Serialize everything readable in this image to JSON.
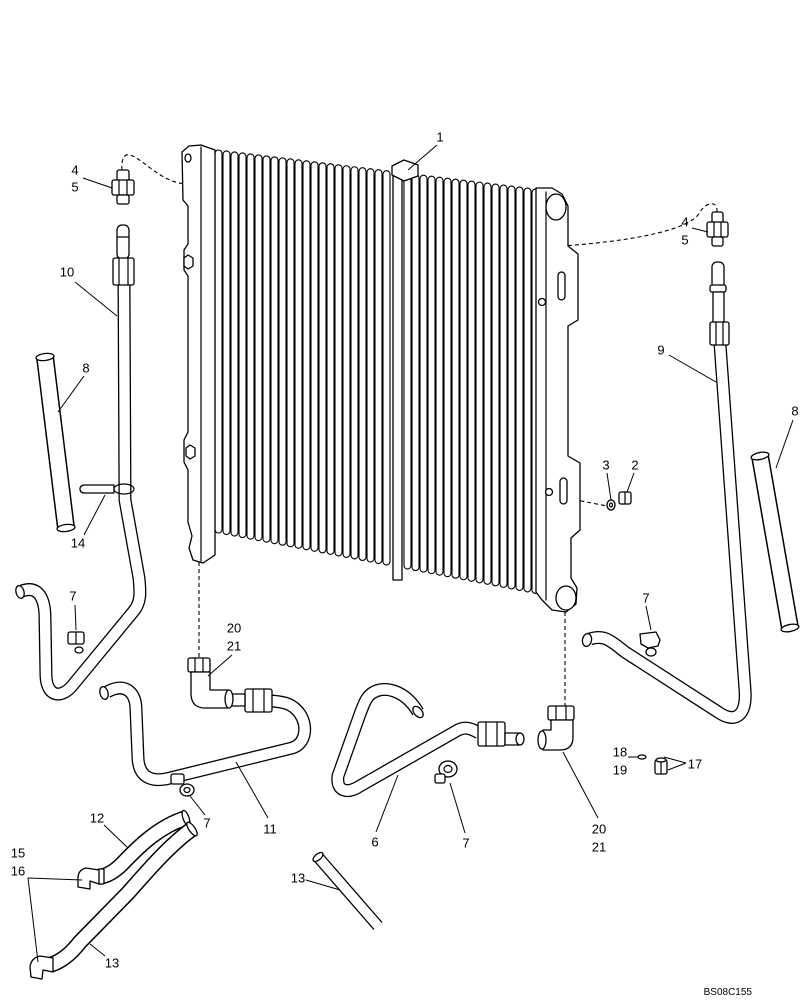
{
  "callouts": [
    "1",
    "4",
    "5",
    "4",
    "5",
    "10",
    "8",
    "9",
    "8",
    "3",
    "2",
    "14",
    "7",
    "7",
    "20",
    "21",
    "18",
    "19",
    "17",
    "11",
    "7",
    "12",
    "6",
    "7",
    "20",
    "21",
    "15",
    "16",
    "13",
    "13"
  ],
  "drawing_id": "BS08C155"
}
